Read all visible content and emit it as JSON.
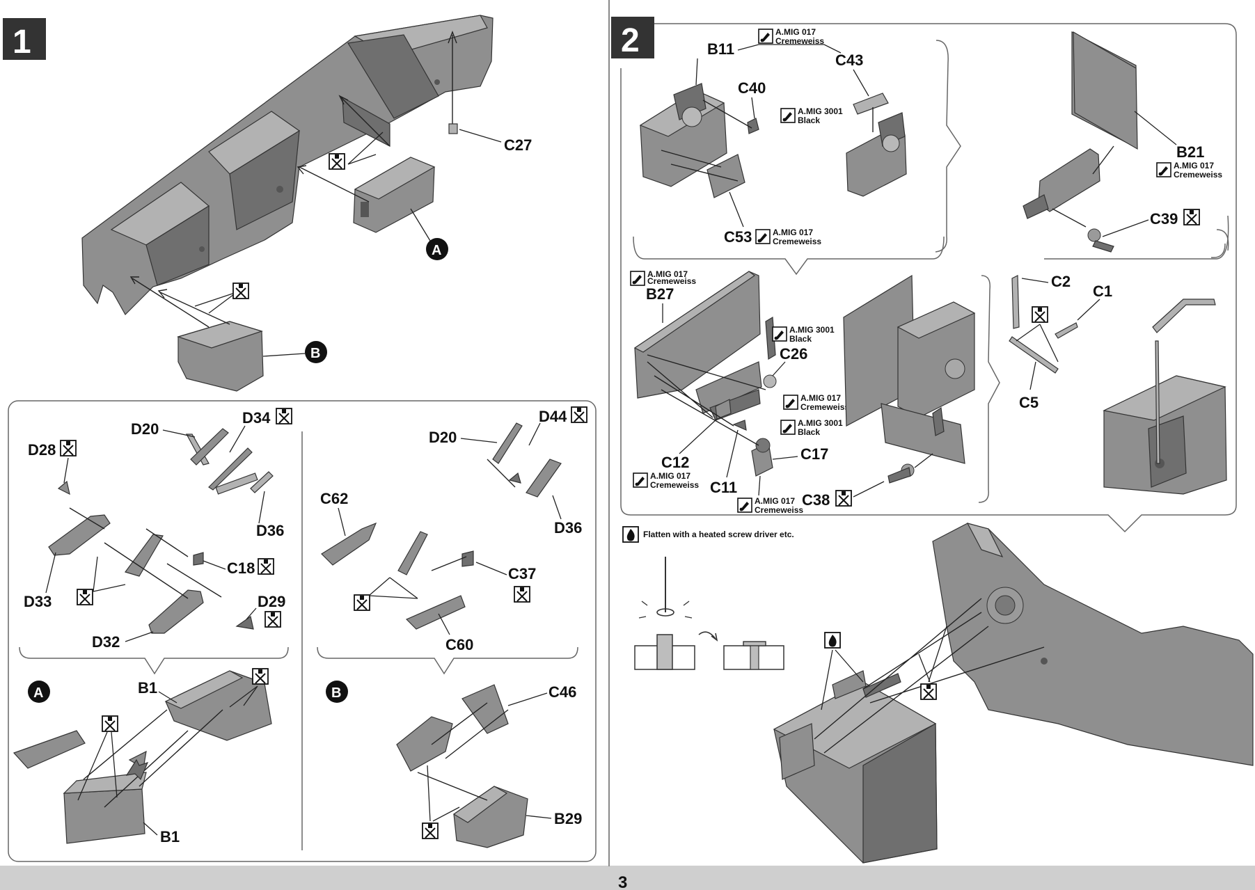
{
  "page_number": "3",
  "step1": {
    "number": "1",
    "labels": {
      "c27": "C27",
      "a": "A",
      "b": "B"
    },
    "sub_a": {
      "callout": "A",
      "labels": {
        "d20": "D20",
        "d34": "D34",
        "d28": "D28",
        "d36": "D36",
        "c18": "C18",
        "d33": "D33",
        "d29": "D29",
        "d32": "D32",
        "b1_top": "B1",
        "b1_bottom": "B1"
      }
    },
    "sub_b": {
      "callout": "B",
      "labels": {
        "d20": "D20",
        "d44": "D44",
        "c62": "C62",
        "d36": "D36",
        "c37": "C37",
        "c60": "C60",
        "c46": "C46",
        "b29": "B29"
      }
    }
  },
  "step2": {
    "number": "2",
    "labels": {
      "b11": "B11",
      "c43": "C43",
      "c40": "C40",
      "c53": "C53",
      "b21": "B21",
      "c39": "C39",
      "b27": "B27",
      "c26": "C26",
      "c12": "C12",
      "c11": "C11",
      "c17": "C17",
      "c38": "C38",
      "c2": "C2",
      "c1": "C1",
      "c5": "C5"
    },
    "paints": {
      "p1": {
        "code": "A.MIG 017",
        "name": "Cremeweiss"
      },
      "p2": {
        "code": "A.MIG 3001",
        "name": "Black"
      },
      "p3": {
        "code": "A.MIG 017",
        "name": "Cremeweiss"
      },
      "p4": {
        "code": "A.MIG 017",
        "name": "Cremeweiss"
      },
      "p5": {
        "code": "A.MIG 017",
        "name": "Cremeweiss"
      },
      "p6": {
        "code": "A.MIG 3001",
        "name": "Black"
      },
      "p7": {
        "code": "A.MIG 017",
        "name": "Cremeweiss"
      },
      "p8": {
        "code": "A.MIG 3001",
        "name": "Black"
      },
      "p9": {
        "code": "A.MIG 017",
        "name": "Cremeweiss"
      },
      "p10": {
        "code": "A.MIG 017",
        "name": "Cremeweiss"
      }
    },
    "heat_note": "Flatten with a heated screw driver etc."
  }
}
